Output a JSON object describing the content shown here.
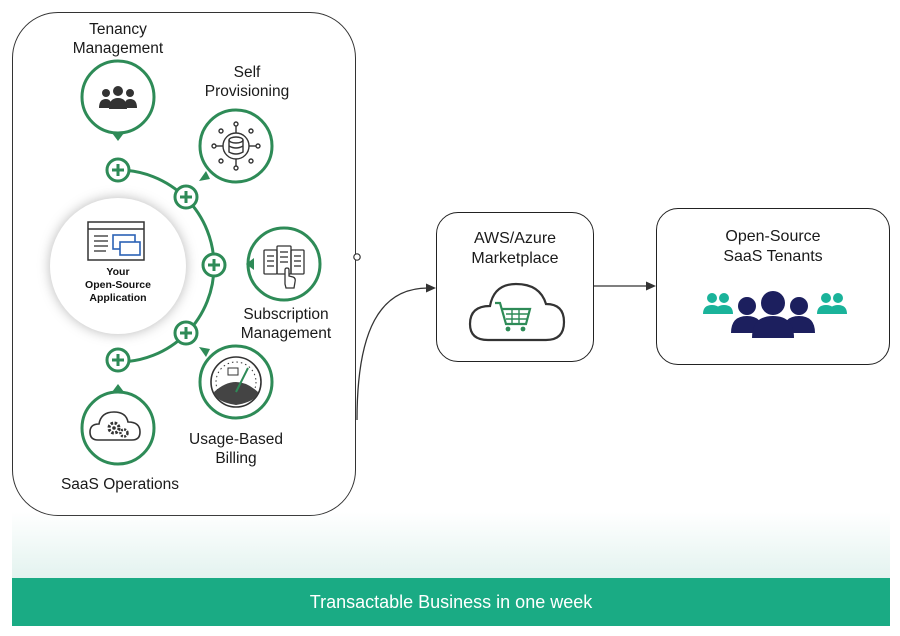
{
  "features": {
    "tenancy": "Tenancy\nManagement",
    "self_provisioning": "Self\nProvisioning",
    "subscription": "Subscription\nManagement",
    "usage_billing": "Usage-Based\nBilling",
    "saas_operations": "SaaS Operations"
  },
  "app": {
    "line1": "Your",
    "line2": "Open-Source",
    "line3": "Application"
  },
  "marketplace": {
    "title_line1": "AWS/Azure",
    "title_line2": "Marketplace"
  },
  "tenants": {
    "title_line1": "Open-Source",
    "title_line2": "SaaS Tenants"
  },
  "banner": {
    "text": "Transactable Business in one week"
  },
  "colors": {
    "green": "#2e8b57",
    "navy": "#1c1f5e",
    "teal": "#1ab39a",
    "banner": "#1aab84"
  },
  "icons": {
    "tenancy": "people-group-icon",
    "self_provisioning": "database-network-icon",
    "subscription": "pricing-table-icon",
    "usage_billing": "gauge-icon",
    "saas_operations": "cloud-gears-icon",
    "marketplace": "cloud-cart-icon",
    "tenants": "tenants-group-icon"
  }
}
